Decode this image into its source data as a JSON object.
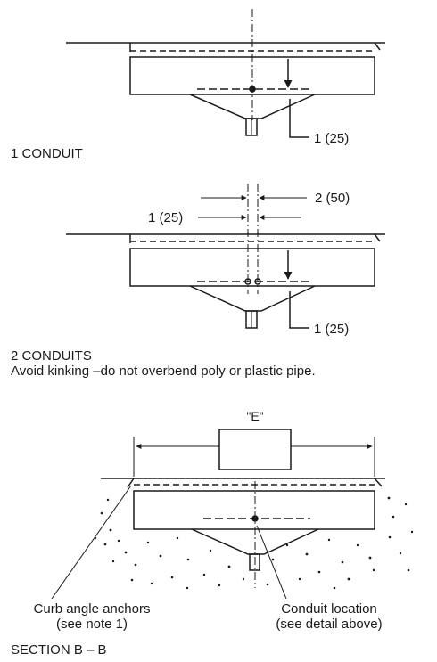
{
  "diagram_1": {
    "caption": "1 CONDUIT",
    "offset_label": "1 (25)"
  },
  "diagram_2": {
    "dim_right": "2 (50)",
    "dim_left": "1 (25)",
    "offset_label": "1 (25)",
    "caption": "2 CONDUITS",
    "note": "Avoid kinking –do not overbend poly or plastic pipe."
  },
  "diagram_3": {
    "dimension_label": "\"E\"",
    "anchor_label_line1": "Curb angle anchors",
    "anchor_label_line2": "(see note 1)",
    "conduit_label_line1": "Conduit location",
    "conduit_label_line2": "(see detail above)",
    "caption": "SECTION B – B"
  }
}
